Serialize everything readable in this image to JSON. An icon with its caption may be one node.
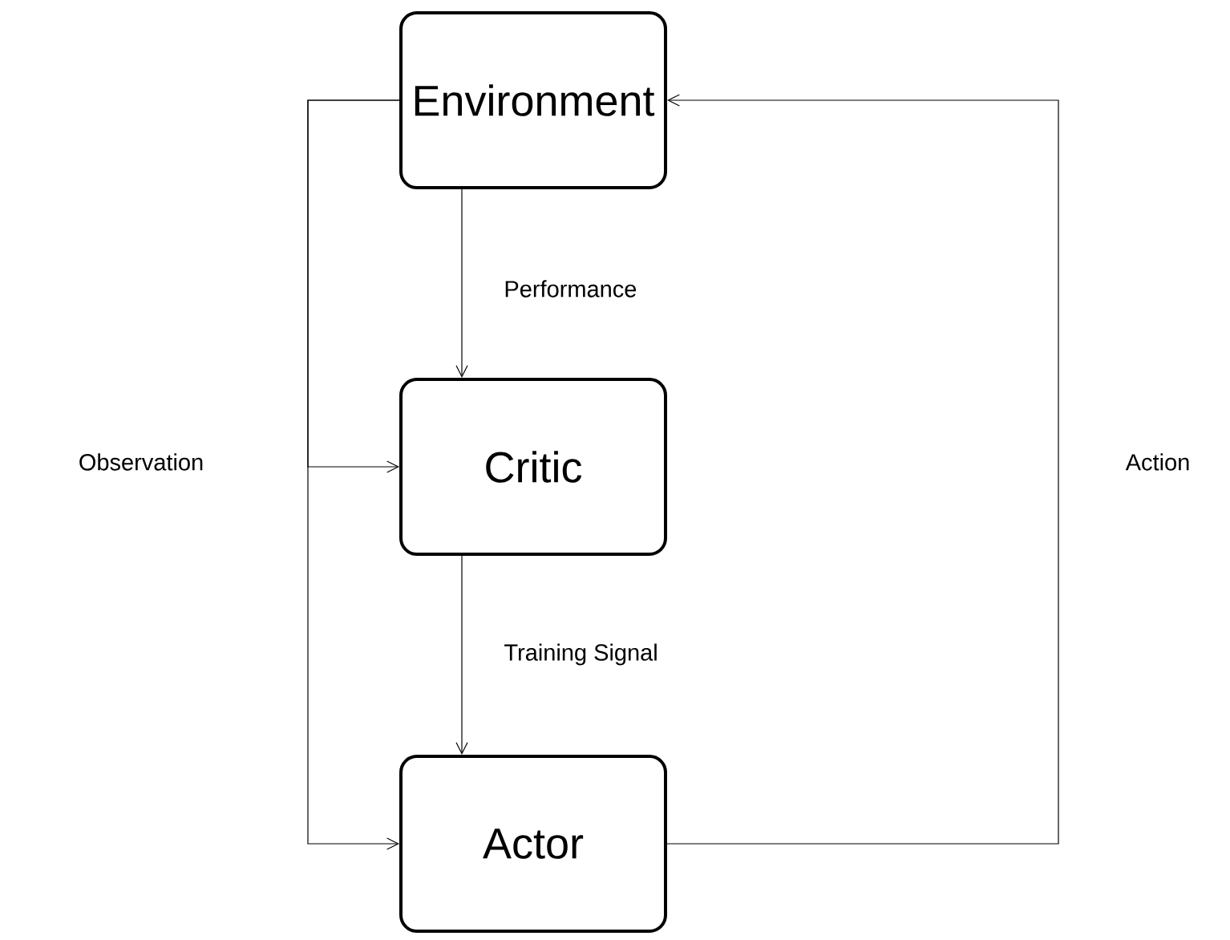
{
  "diagram": {
    "nodes": [
      {
        "text": [
          "Environment"
        ]
      },
      {
        "text": [
          "Critic"
        ]
      },
      {
        "text": [
          "Actor"
        ]
      }
    ],
    "edges": [
      {
        "from": 0,
        "to": 1,
        "arrow": "to",
        "label": "Performance"
      },
      {
        "from": 1,
        "to": 2,
        "arrow": "to",
        "label": "Training Signal"
      },
      {
        "from": 0,
        "to": 1,
        "arrow": "to",
        "label": "Observation"
      },
      {
        "from": 0,
        "to": 2,
        "arrow": "to"
      },
      {
        "from": 2,
        "to": 0,
        "arrow": "to",
        "label": "Action"
      }
    ]
  }
}
